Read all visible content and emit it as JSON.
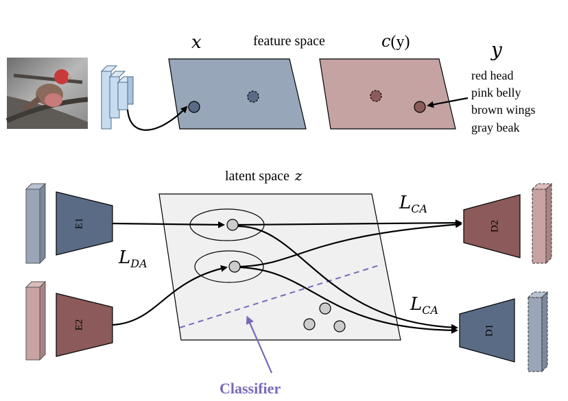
{
  "top": {
    "x_label": "x",
    "feature_space_label": "feature space",
    "c_label": "c",
    "c_arg": "(y)",
    "y_label": "y",
    "attributes": [
      "red head",
      "pink belly",
      "brown wings",
      "gray beak"
    ]
  },
  "bottom": {
    "latent_space_label": "latent space",
    "z_label": "z",
    "encoders": [
      "E1",
      "E2"
    ],
    "decoders": [
      "D2",
      "D1"
    ],
    "loss_ca_main": "L",
    "loss_ca_sub": "CA",
    "loss_da_main": "L",
    "loss_da_sub": "DA",
    "classifier_label": "Classifier"
  },
  "colors": {
    "feature_x": "#97a6b8",
    "feature_c": "#c5a3a3",
    "encoder_blue": "#5a6b85",
    "encoder_red": "#8c5a5a",
    "bar_blue": "#9aa6b8",
    "bar_red": "#c9a3a3",
    "latent_plane": "#f0f0f0",
    "classifier": "#7b68b8",
    "cnn_block": "#c8dcef"
  }
}
